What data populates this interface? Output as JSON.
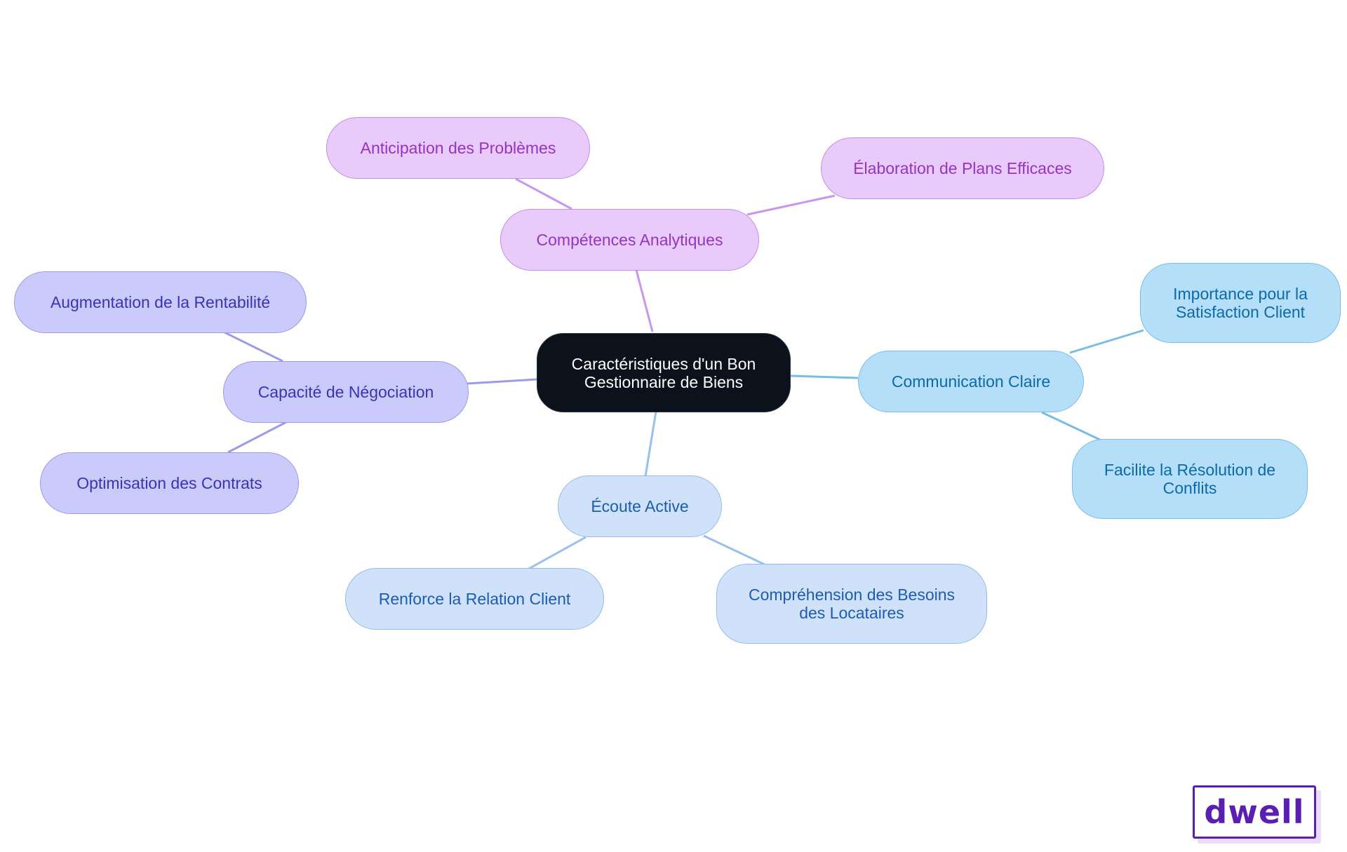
{
  "mindmap": {
    "root": "Caractéristiques d'un Bon\nGestionnaire de Biens",
    "branches": [
      {
        "label": "Compétences Analytiques",
        "color": "#c896f0",
        "children": [
          "Anticipation des Problèmes",
          "Élaboration de Plans Efficaces"
        ]
      },
      {
        "label": "Capacité de Négociation",
        "color": "#9c9be8",
        "children": [
          "Augmentation de la Rentabilité",
          "Optimisation des Contrats"
        ]
      },
      {
        "label": "Communication Claire",
        "color": "#78bde6",
        "children": [
          "Importance pour la\nSatisfaction Client",
          "Facilite la Résolution de\nConflits"
        ]
      },
      {
        "label": "Écoute Active",
        "color": "#98c0ea",
        "children": [
          "Renforce la Relation Client",
          "Compréhension des Besoins\ndes Locataires"
        ]
      }
    ]
  },
  "brand": {
    "logo_text": "dwell",
    "color": "#5a1fb0"
  }
}
